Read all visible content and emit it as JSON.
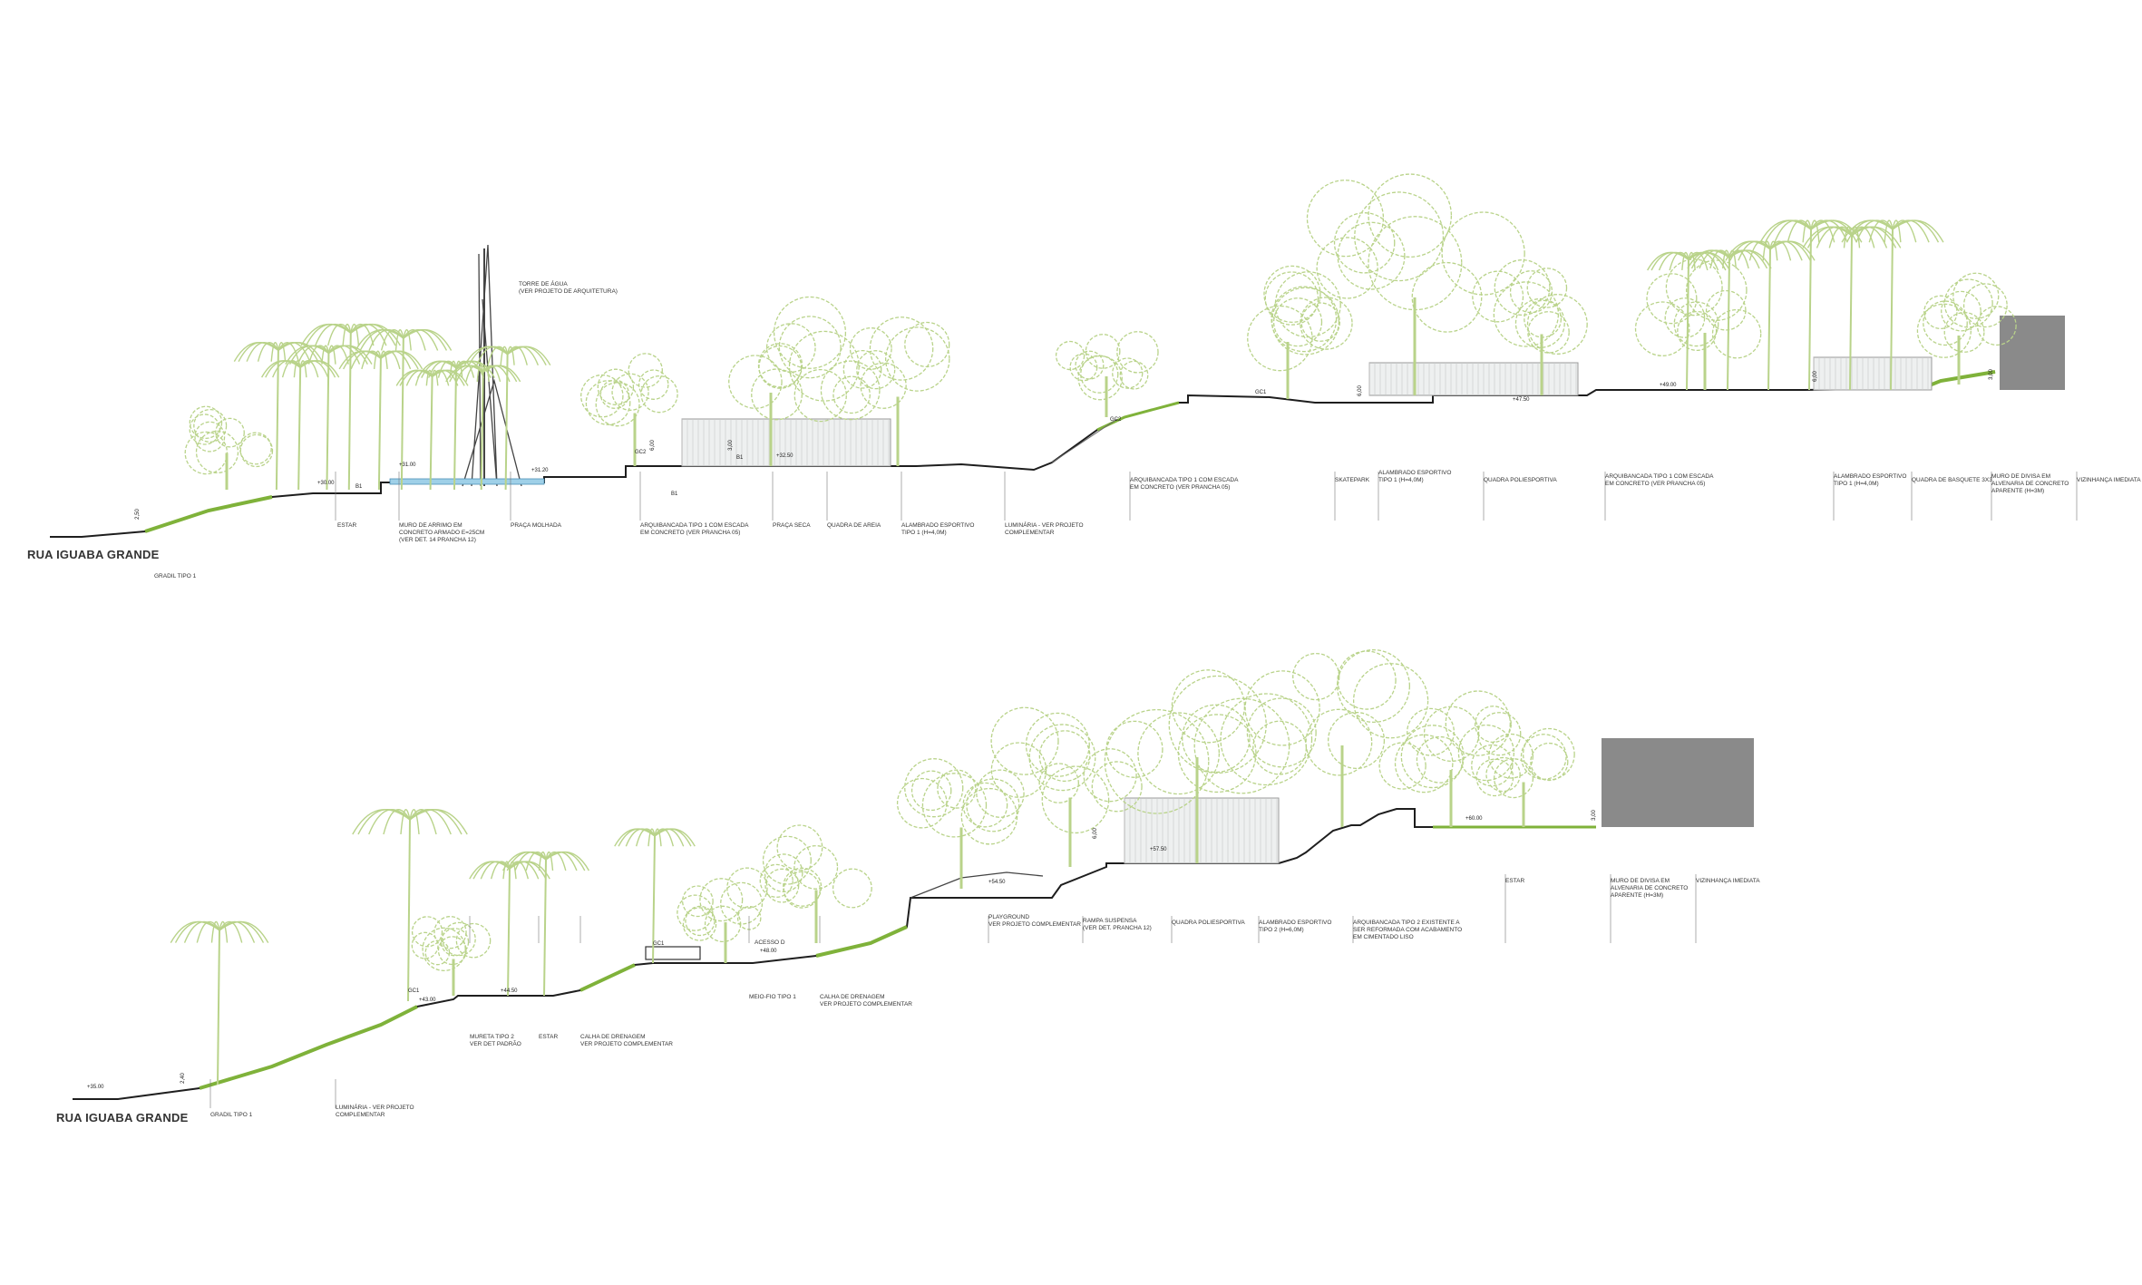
{
  "section_top": {
    "street": "RUA IGUABA GRANDE",
    "levels": [
      "+30.00",
      "+31.00",
      "+31.20",
      "+32.50",
      "+47.50",
      "+49.00"
    ],
    "dims": [
      "2,50",
      "6,00",
      "3,00",
      "6,00",
      "6,00",
      "3,00"
    ],
    "codes": [
      "B1",
      "B1",
      "GC2",
      "B1",
      "GC2",
      "GC1"
    ],
    "labels": [
      "TORRE DE ÁGUA\n(VER PROJETO DE ARQUITETURA)",
      "GRADIL TIPO 1",
      "ESTAR",
      "MURO DE ARRIMO EM\nCONCRETO ARMADO E=25CM\n(VER DET. 14 PRANCHA 12)",
      "PRAÇA MOLHADA",
      "ARQUIBANCADA TIPO 1 COM ESCADA\nEM CONCRETO (VER PRANCHA 05)",
      "PRAÇA SECA",
      "QUADRA DE AREIA",
      "ALAMBRADO ESPORTIVO\nTIPO 1 (H=4,0M)",
      "LUMINÁRIA - VER PROJETO\nCOMPLEMENTAR",
      "ARQUIBANCADA TIPO 1 COM ESCADA\nEM CONCRETO (VER PRANCHA 05)",
      "SKATEPARK",
      "ALAMBRADO ESPORTIVO\nTIPO 1 (H=4,0M)",
      "QUADRA POLIESPORTIVA",
      "ARQUIBANCADA TIPO 1 COM ESCADA\nEM CONCRETO (VER PRANCHA 05)",
      "ALAMBRADO ESPORTIVO\nTIPO 1 (H=4,0M)",
      "QUADRA DE BASQUETE 3X3",
      "MURO DE DIVISA EM\nALVENARIA DE CONCRETO\nAPARENTE (H=3M)",
      "VIZINHANÇA IMEDIATA"
    ]
  },
  "section_bottom": {
    "street": "RUA IGUABA GRANDE",
    "levels": [
      "+35.00",
      "+43.00",
      "+44.50",
      "+48.00",
      "+54.50",
      "+57.50",
      "+60.00"
    ],
    "dims": [
      "2,40",
      "6,00",
      "3,00"
    ],
    "codes": [
      "GC1",
      "GC1"
    ],
    "labels": [
      "GRADIL TIPO 1",
      "LUMINÁRIA - VER PROJETO\nCOMPLEMENTAR",
      "MURETA TIPO 2\nVER DET PADRÃO",
      "ESTAR",
      "CALHA DE DRENAGEM\nVER PROJETO COMPLEMENTAR",
      "ACESSO D",
      "MEIO-FIO TIPO 1",
      "CALHA DE DRENAGEM\nVER PROJETO COMPLEMENTAR",
      "PLAYGROUND\nVER PROJETO COMPLEMENTAR",
      "RAMPA SUSPENSA\n(VER DET. PRANCHA 12)",
      "QUADRA POLIESPORTIVA",
      "ALAMBRADO ESPORTIVO\nTIPO 2 (H=6,0M)",
      "ARQUIBANCADA TIPO 2 EXISTENTE A\nSER REFORMADA COM ACABAMENTO\nEM CIMENTADO LISO",
      "ESTAR",
      "MURO DE DIVISA EM\nALVENARIA DE CONCRETO\nAPARENTE (H=3M)",
      "VIZINHANÇA IMEDIATA"
    ]
  },
  "colors": {
    "vegetation": "#b9d38a",
    "grass": "#7fb23a",
    "ground": "#1e1e1e",
    "wall": "#8a8a8a",
    "water": "#9fd0e8"
  }
}
